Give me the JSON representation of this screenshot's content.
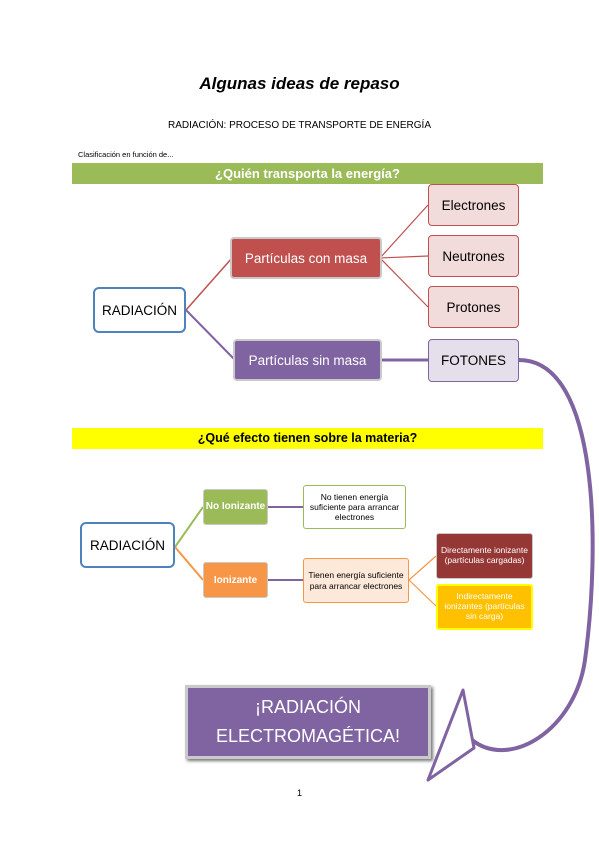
{
  "title": "Algunas ideas de repaso",
  "subtitle": "RADIACIÓN: PROCESO DE TRANSPORTE DE ENERGÍA",
  "classification_label": "Clasificación en función de...",
  "section1": {
    "header": "¿Quién transporta la energía?",
    "root": "RADIACIÓN",
    "with_mass": "Partículas con masa",
    "particles": [
      "Electrones",
      "Neutrones",
      "Protones"
    ],
    "without_mass": "Partículas sin masa",
    "photons": "FOTONES"
  },
  "section2": {
    "header": "¿Qué efecto tienen sobre la materia?",
    "root": "RADIACIÓN",
    "non_ionizing": "No Ionizante",
    "non_ionizing_desc": "No tienen energía suficiente para arrancar electrones",
    "ionizing": "Ionizante",
    "ionizing_desc": "Tienen energía suficiente para arrancar electrones",
    "direct": "Directamente ionizante (partículas cargadas)",
    "indirect": "Indirectamente ionizantes (partículas sin carga)"
  },
  "conclusion": "¡RADIACIÓN ELECTROMAGÉTICA!",
  "page_number": "1",
  "colors": {
    "blue_border": "#4f81bd",
    "red": "#c0504d",
    "purple": "#8064a2",
    "green": "#9bbb59",
    "orange": "#f79646",
    "dark_red": "#953735",
    "gold": "#ffc000",
    "yellow": "#ffff00"
  }
}
